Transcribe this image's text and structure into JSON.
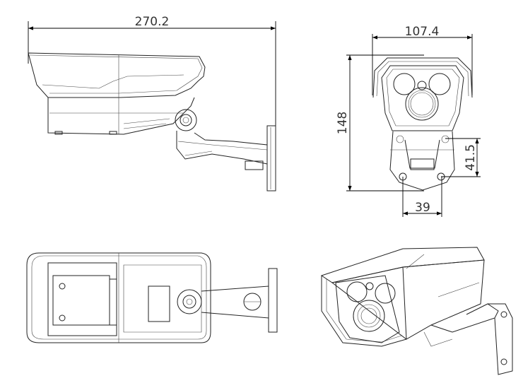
{
  "dimensions": {
    "overall_length": "270.2",
    "width": "107.4",
    "height": "148",
    "bracket_hole_vertical": "41.5",
    "bracket_hole_horizontal": "39"
  },
  "views": [
    "side-view",
    "front-view",
    "top-view",
    "perspective-view"
  ]
}
